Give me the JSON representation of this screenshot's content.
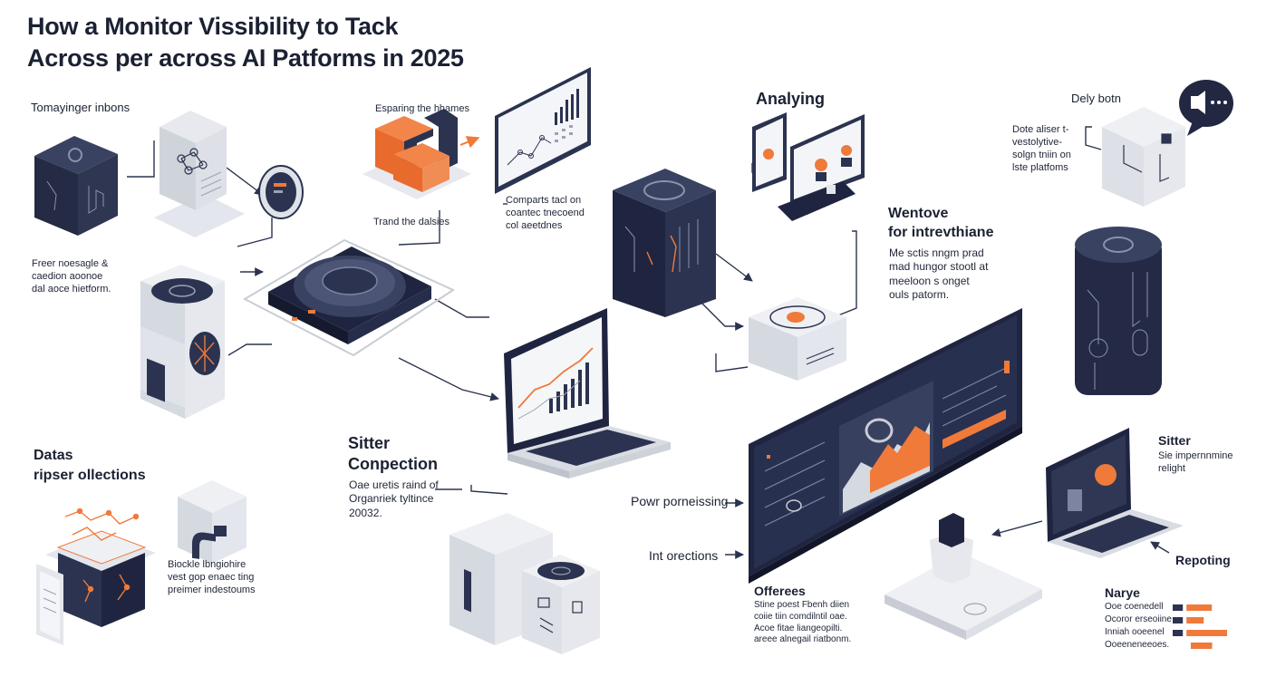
{
  "title": "How a  Monitor Vissibility to Tack\nAcross per across AI Patforms in 2025",
  "labels": {
    "tomaying": "Tomayinger inbons",
    "freer": "Freer noesagle &\ncaedion aoonoe\ndal aoce hietform.",
    "esparing": "Esparing the hhames",
    "trand": "Trand the dalsies",
    "comparts": "Comparts tacl on\ncoantec tnecoend\ncol aeetdnes",
    "analying": "Analying",
    "delybotn": "Dely botn",
    "dotaaliser": "Dote aliser t-\nvestolytive-\nsolgn tniin on\nlste platfoms",
    "wentove_title": "Wentove\nfor intrevthiane",
    "wentove_text": "Me sctis nngm prad\nmad hungor stootl at\nmeeloon s onget\nouls patorm.",
    "datas_title": "Datas\nripser ollections",
    "biockle": "Biockle lbngiohire\nvest gop enaec ting\npreimer indestoums",
    "sitter_title": "Sitter\nConpection",
    "sitter_text": "Oae uretis raind of\nOrganriek tyltince\n20032.",
    "powr": "Powr porneissing",
    "int": "Int orections",
    "offerees_title": "Offerees",
    "offerees_text": "Stine poest Fbenh diien\ncoiie tiin comdilntil oae.\nAcoe fitae liangeopilti.\nareee alnegail riatbonm.",
    "sitter2_title": "Sitter",
    "sitter2_text": "Sie impernnmine\nrelight",
    "repoting": "Repoting",
    "narye": "Narye",
    "narye_rows": [
      "Ooe coenedell",
      "Ocoror erseoiine",
      "Inniah ooeenel",
      "Ooeeneneeoes."
    ]
  },
  "colors": {
    "navy": "#2b3350",
    "navy_dark": "#1c2238",
    "orange": "#ef7a3a",
    "light_gray": "#eceef2",
    "mid_gray": "#c9ccd4",
    "line": "#2b3350"
  },
  "bars": [
    {
      "navy": 0.16,
      "orange": 0.5
    },
    {
      "navy": 0.16,
      "orange": 0.34
    },
    {
      "navy": 0.16,
      "orange": 0.8
    },
    {
      "navy": 0.0,
      "orange": 0.42
    }
  ]
}
